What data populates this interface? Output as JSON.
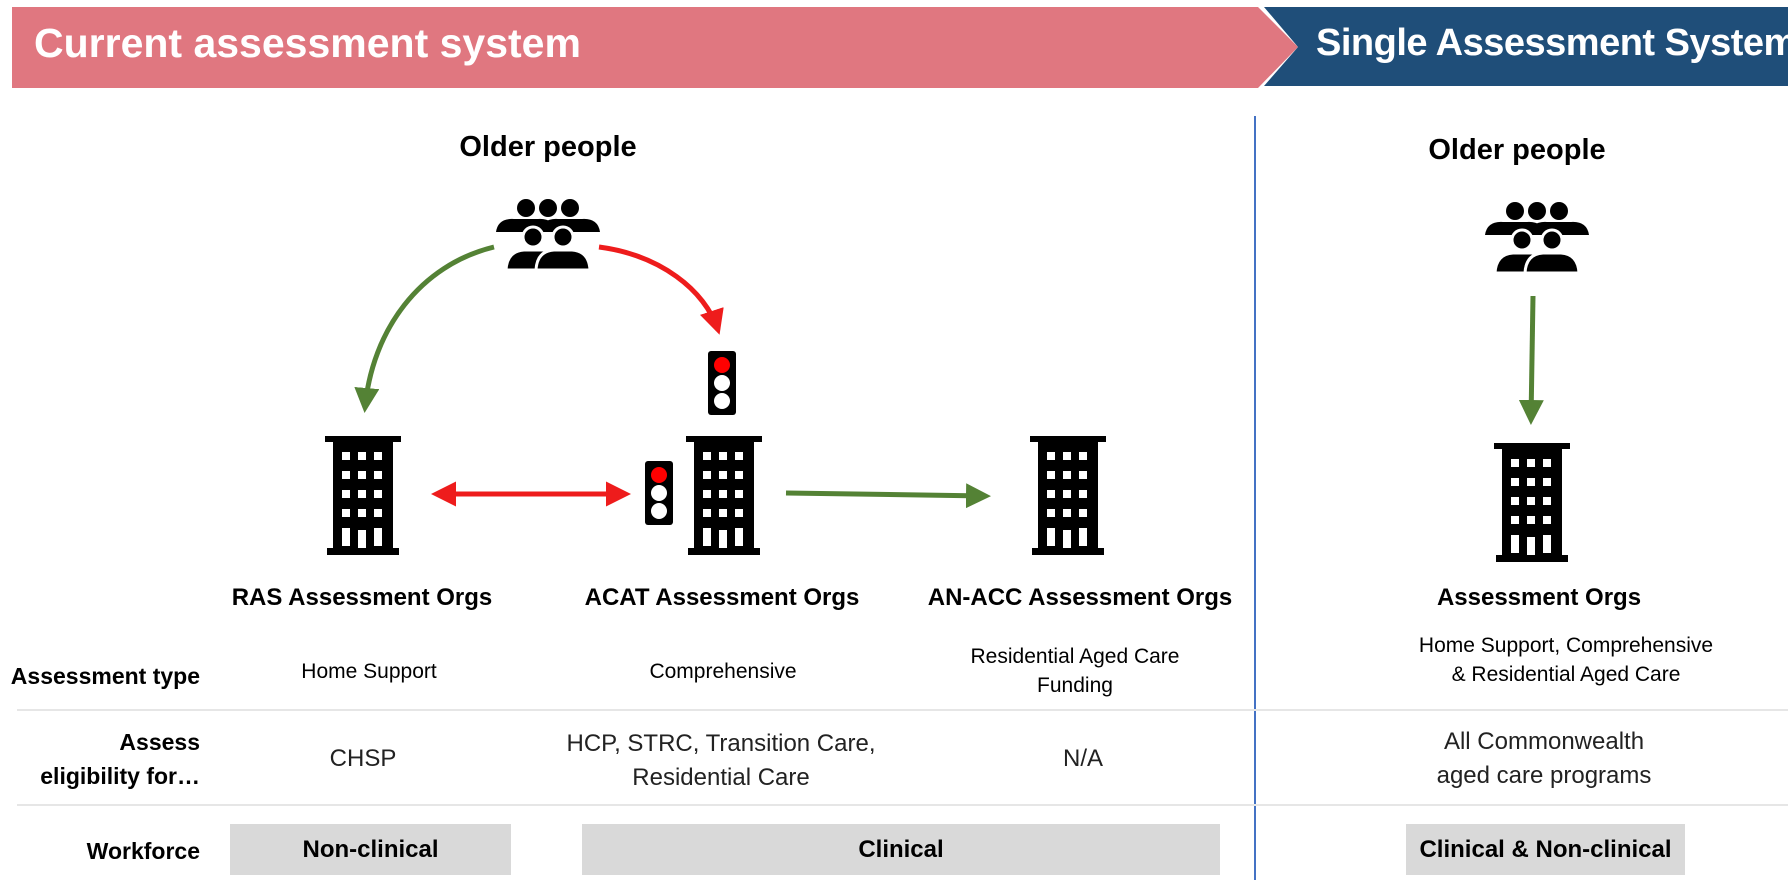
{
  "header": {
    "current_title": "Current assessment system",
    "single_title": "Single Assessment System"
  },
  "current": {
    "older_people_label": "Older people",
    "orgs": [
      {
        "name": "RAS Assessment Orgs",
        "assessment_type": "Home Support",
        "eligibility": "CHSP"
      },
      {
        "name": "ACAT Assessment Orgs",
        "assessment_type": "Comprehensive",
        "eligibility_line1": "HCP, STRC, Transition Care,",
        "eligibility_line2": "Residential Care"
      },
      {
        "name": "AN-ACC Assessment Orgs",
        "assessment_type_line1": "Residential Aged Care",
        "assessment_type_line2": "Funding",
        "eligibility": "N/A"
      }
    ],
    "workforce": [
      "Non-clinical",
      "Clinical"
    ]
  },
  "single": {
    "older_people_label": "Older people",
    "org_name": "Assessment Orgs",
    "assessment_type_line1": "Home Support, Comprehensive",
    "assessment_type_line2": "& Residential Aged Care",
    "eligibility_line1": "All Commonwealth",
    "eligibility_line2": "aged care programs",
    "workforce": "Clinical & Non-clinical"
  },
  "row_labels": {
    "assessment_type": "Assessment type",
    "eligibility_line1": "Assess",
    "eligibility_line2": "eligibility for…",
    "workforce": "Workforce"
  },
  "colors": {
    "current_banner": "#e07780",
    "single_banner": "#1f4e79",
    "green_arrow": "#548235",
    "red_arrow": "#ee1c1c",
    "divider": "#4472c4",
    "workforce_box": "#d9d9d9"
  },
  "icons": [
    "people-group-icon",
    "office-building-icon",
    "traffic-light-icon"
  ]
}
